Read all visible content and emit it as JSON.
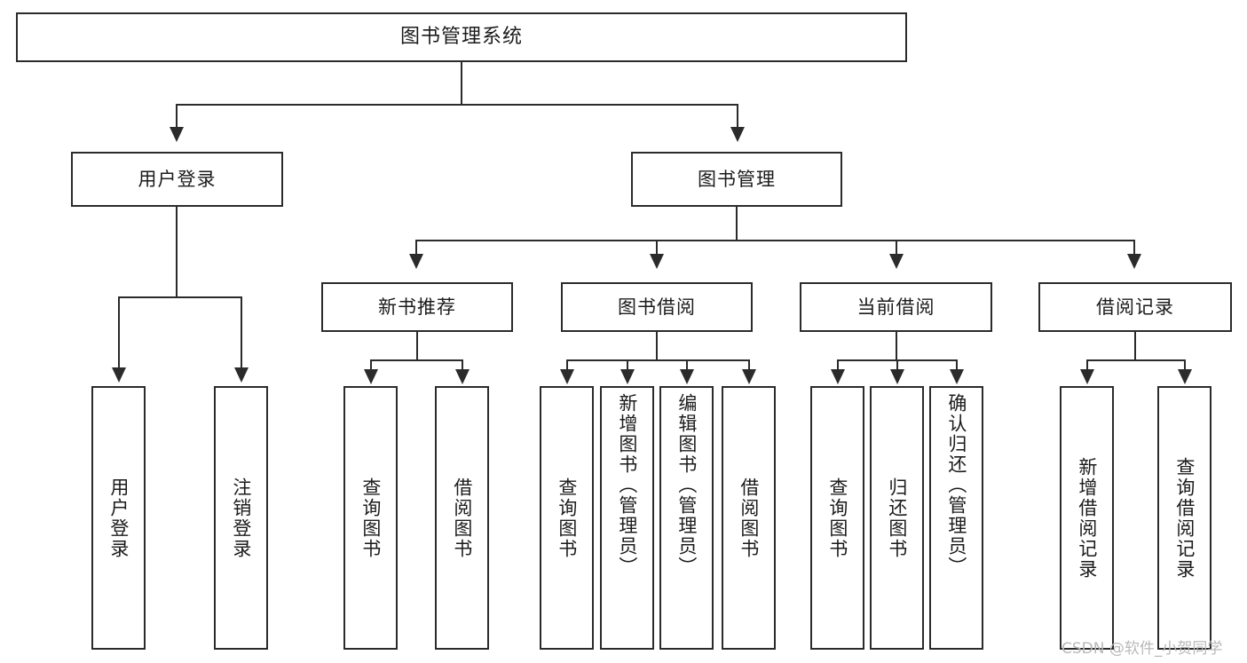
{
  "diagram": {
    "type": "tree-hierarchy",
    "title": "图书管理系统",
    "root": {
      "label": "图书管理系统"
    },
    "level2": [
      {
        "id": "user-login",
        "label": "用户登录"
      },
      {
        "id": "book-management",
        "label": "图书管理"
      }
    ],
    "level3": [
      {
        "id": "new-book-recommend",
        "label": "新书推荐",
        "parent": "book-management"
      },
      {
        "id": "book-borrow",
        "label": "图书借阅",
        "parent": "book-management"
      },
      {
        "id": "current-borrow",
        "label": "当前借阅",
        "parent": "book-management"
      },
      {
        "id": "borrow-record",
        "label": "借阅记录",
        "parent": "book-management"
      }
    ],
    "leaves": {
      "user_login": [
        {
          "id": "leaf-user-login",
          "label": "用户登录"
        },
        {
          "id": "leaf-logout-login",
          "label": "注销登录"
        }
      ],
      "new_book_recommend": [
        {
          "id": "leaf-query-book-1",
          "label": "查询图书"
        },
        {
          "id": "leaf-borrow-book-1",
          "label": "借阅图书"
        }
      ],
      "book_borrow": [
        {
          "id": "leaf-query-book-2",
          "label": "查询图书"
        },
        {
          "id": "leaf-add-book",
          "label": "新增图书（管理员）"
        },
        {
          "id": "leaf-edit-book",
          "label": "编辑图书（管理员）"
        },
        {
          "id": "leaf-borrow-book-2",
          "label": "借阅图书"
        }
      ],
      "current_borrow": [
        {
          "id": "leaf-query-book-3",
          "label": "查询图书"
        },
        {
          "id": "leaf-return-book",
          "label": "归还图书"
        },
        {
          "id": "leaf-confirm-return",
          "label": "确认归还（管理员）"
        }
      ],
      "borrow_record": [
        {
          "id": "leaf-add-record",
          "label": "新增借阅记录"
        },
        {
          "id": "leaf-query-record",
          "label": "查询借阅记录"
        }
      ]
    },
    "colors": {
      "stroke": "#2b2b2b",
      "fill": "#ffffff",
      "text": "#1b1b1b",
      "watermark": "#b9b9b9"
    }
  },
  "watermark": {
    "text": "CSDN @软件_小贺同学"
  }
}
